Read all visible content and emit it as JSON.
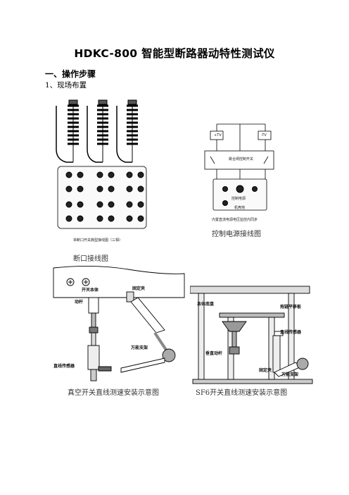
{
  "title": "HDKC-800 智能型断路器动特性测试仪",
  "section_heading": "一、操作步骤",
  "subsection_heading": "1、现场布置",
  "figures": {
    "breaker_wiring": {
      "small_caption": "单断口开关典型接线图（三相）",
      "caption": "断口接线图"
    },
    "control_power": {
      "box_left": "+TV",
      "box_right": "-TV",
      "switch_label": "跳合闸控制开关",
      "panel_label": "控制电源",
      "bottom_label": "机壳地",
      "small_caption": "内置直流电源电压监控内同步",
      "caption": "控制电源接线图"
    },
    "vacuum": {
      "label_body": "开关本体",
      "label_clamp": "固定夹",
      "label_rod": "动杆",
      "label_bracket": "万能支架",
      "label_sensor": "直线传感器",
      "caption": "真空开关直线测速安装示意图"
    },
    "sf6": {
      "label_body": "本体底盘",
      "label_plate": "拖链平移板",
      "label_rod": "垂直动杆",
      "label_sensor": "直线传感器",
      "label_clamp": "固定夹",
      "label_bracket": "万能支架",
      "caption": "SF6开关直线测速安装示意图"
    }
  }
}
